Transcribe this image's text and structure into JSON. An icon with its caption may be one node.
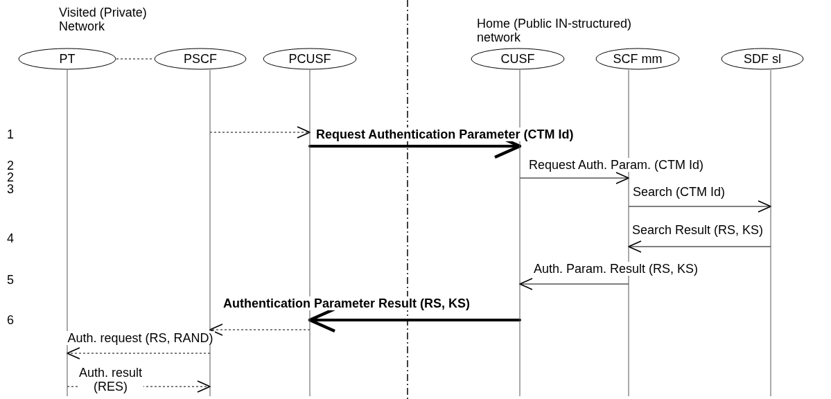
{
  "diagram": {
    "nodes": [
      {
        "text": [
          "PT"
        ]
      },
      {
        "text": [
          "PSCF"
        ]
      },
      {
        "text": [
          "PCUSF"
        ]
      },
      {
        "text": [
          "CUSF"
        ]
      },
      {
        "text": [
          "SCF mm"
        ]
      },
      {
        "text": [
          "SDF sl"
        ]
      }
    ],
    "edges": [
      {
        "from": 0,
        "to": 1,
        "arrow": "none",
        "style": "dashed"
      },
      {
        "from": 1,
        "to": 2,
        "arrow": "to",
        "style": "dashed"
      },
      {
        "from": 2,
        "to": 3,
        "arrow": "to",
        "style": "thick",
        "label": "Request Authentication  Parameter (CTM Id)"
      },
      {
        "from": 3,
        "to": 4,
        "arrow": "to",
        "label": "Request Auth. Param. (CTM Id)"
      },
      {
        "from": 4,
        "to": 5,
        "arrow": "to",
        "label": "Search (CTM Id)"
      },
      {
        "from": 5,
        "to": 4,
        "arrow": "to",
        "label": "Search Result (RS, KS)"
      },
      {
        "from": 4,
        "to": 3,
        "arrow": "to",
        "label": "Auth. Param. Result (RS, KS)"
      },
      {
        "from": 3,
        "to": 2,
        "arrow": "to",
        "style": "thick",
        "label": "Authentication Parameter Result (RS, KS)"
      },
      {
        "from": 2,
        "to": 1,
        "arrow": "to",
        "style": "dashed"
      },
      {
        "from": 1,
        "to": 0,
        "arrow": "to",
        "style": "dashed",
        "label": "Auth. request (RS, RAND)"
      },
      {
        "from": 0,
        "to": 1,
        "arrow": "to",
        "style": "dashed",
        "label": "Auth. result (RES)"
      }
    ],
    "labels": [
      "Visited (Private) Network",
      "Home (Public IN-structured) network",
      "1",
      "2",
      "2",
      "3",
      "4",
      "5",
      "6"
    ]
  }
}
